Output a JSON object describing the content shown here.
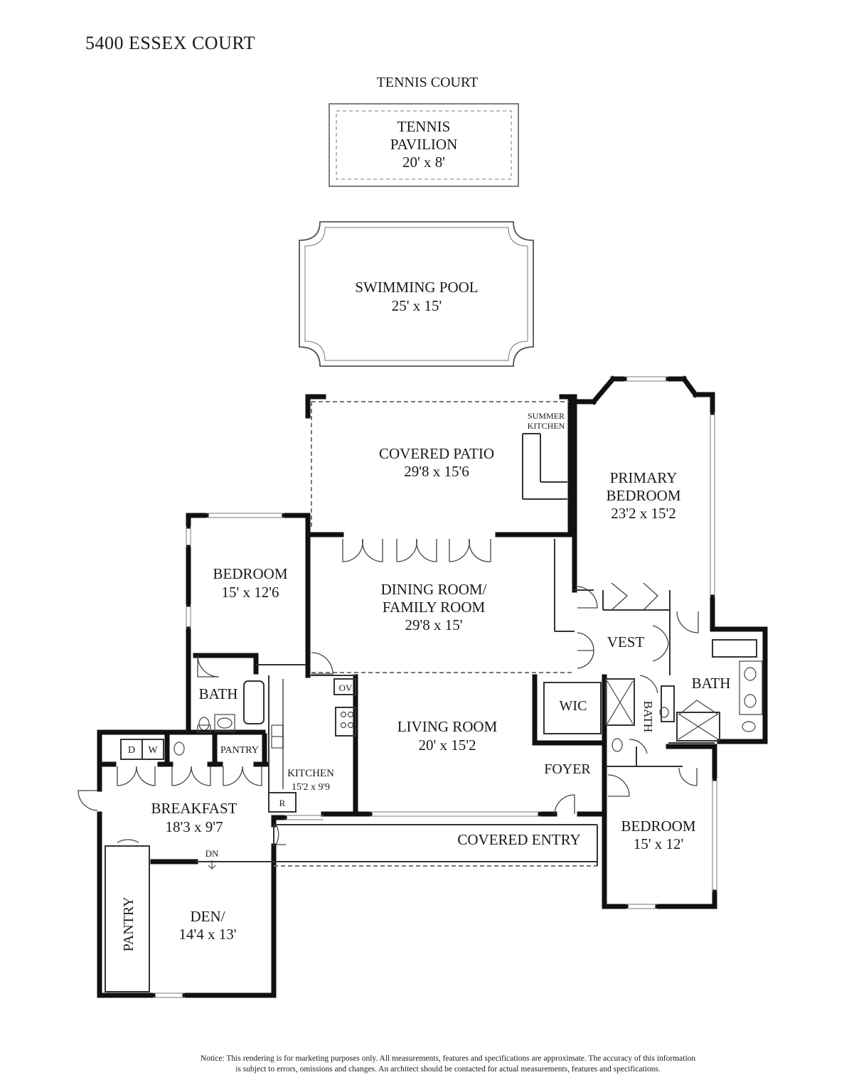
{
  "header": {
    "title": "5400 ESSEX COURT"
  },
  "rooms": {
    "tennis_court": {
      "label": "TENNIS COURT"
    },
    "tennis_pavilion": {
      "line1": "TENNIS",
      "line2": "PAVILION",
      "size": "20' x 8'"
    },
    "swimming_pool": {
      "label": "SWIMMING POOL",
      "size": "25' x 15'"
    },
    "covered_patio": {
      "label": "COVERED PATIO",
      "size": "29'8 x 15'6"
    },
    "summer_kitchen": {
      "line1": "SUMMER",
      "line2": "KITCHEN"
    },
    "primary_bedroom": {
      "line1": "PRIMARY",
      "line2": "BEDROOM",
      "size": "23'2 x 15'2"
    },
    "bedroom_west": {
      "label": "BEDROOM",
      "size": "15' x 12'6"
    },
    "dining_family": {
      "line1": "DINING ROOM/",
      "line2": "FAMILY ROOM",
      "size": "29'8  x 15'"
    },
    "vest": {
      "label": "VEST"
    },
    "bath_primary": {
      "label": "BATH"
    },
    "bath_west": {
      "label": "BATH"
    },
    "bath_hall": {
      "label": "BATH"
    },
    "wic": {
      "label": "WIC"
    },
    "oven": {
      "label": "OV"
    },
    "living_room": {
      "label": "LIVING ROOM",
      "size": "20' x 15'2"
    },
    "foyer": {
      "label": "FOYER"
    },
    "kitchen": {
      "label": "KITCHEN",
      "size": "15'2 x 9'9"
    },
    "refrigerator": {
      "label": "R"
    },
    "pantry_small": {
      "label": "PANTRY"
    },
    "dryer": {
      "label": "D"
    },
    "washer": {
      "label": "W"
    },
    "breakfast": {
      "label": "BREAKFAST",
      "size": "18'3 x 9'7"
    },
    "stairs_down": {
      "label": "DN"
    },
    "covered_entry": {
      "label": "COVERED ENTRY"
    },
    "bedroom_east": {
      "label": "BEDROOM",
      "size": "15' x 12'"
    },
    "den": {
      "label": "DEN/",
      "size": "14'4 x 13'"
    },
    "pantry_tall": {
      "label": "PANTRY"
    }
  },
  "notice": {
    "line1": "Notice: This rendering is for marketing purposes only. All measurements, features and specifications are approximate. The accuracy of this information",
    "line2": "is subject to errors, omissions and changes. An architect should be contacted for actual measurements, features and specifications."
  }
}
